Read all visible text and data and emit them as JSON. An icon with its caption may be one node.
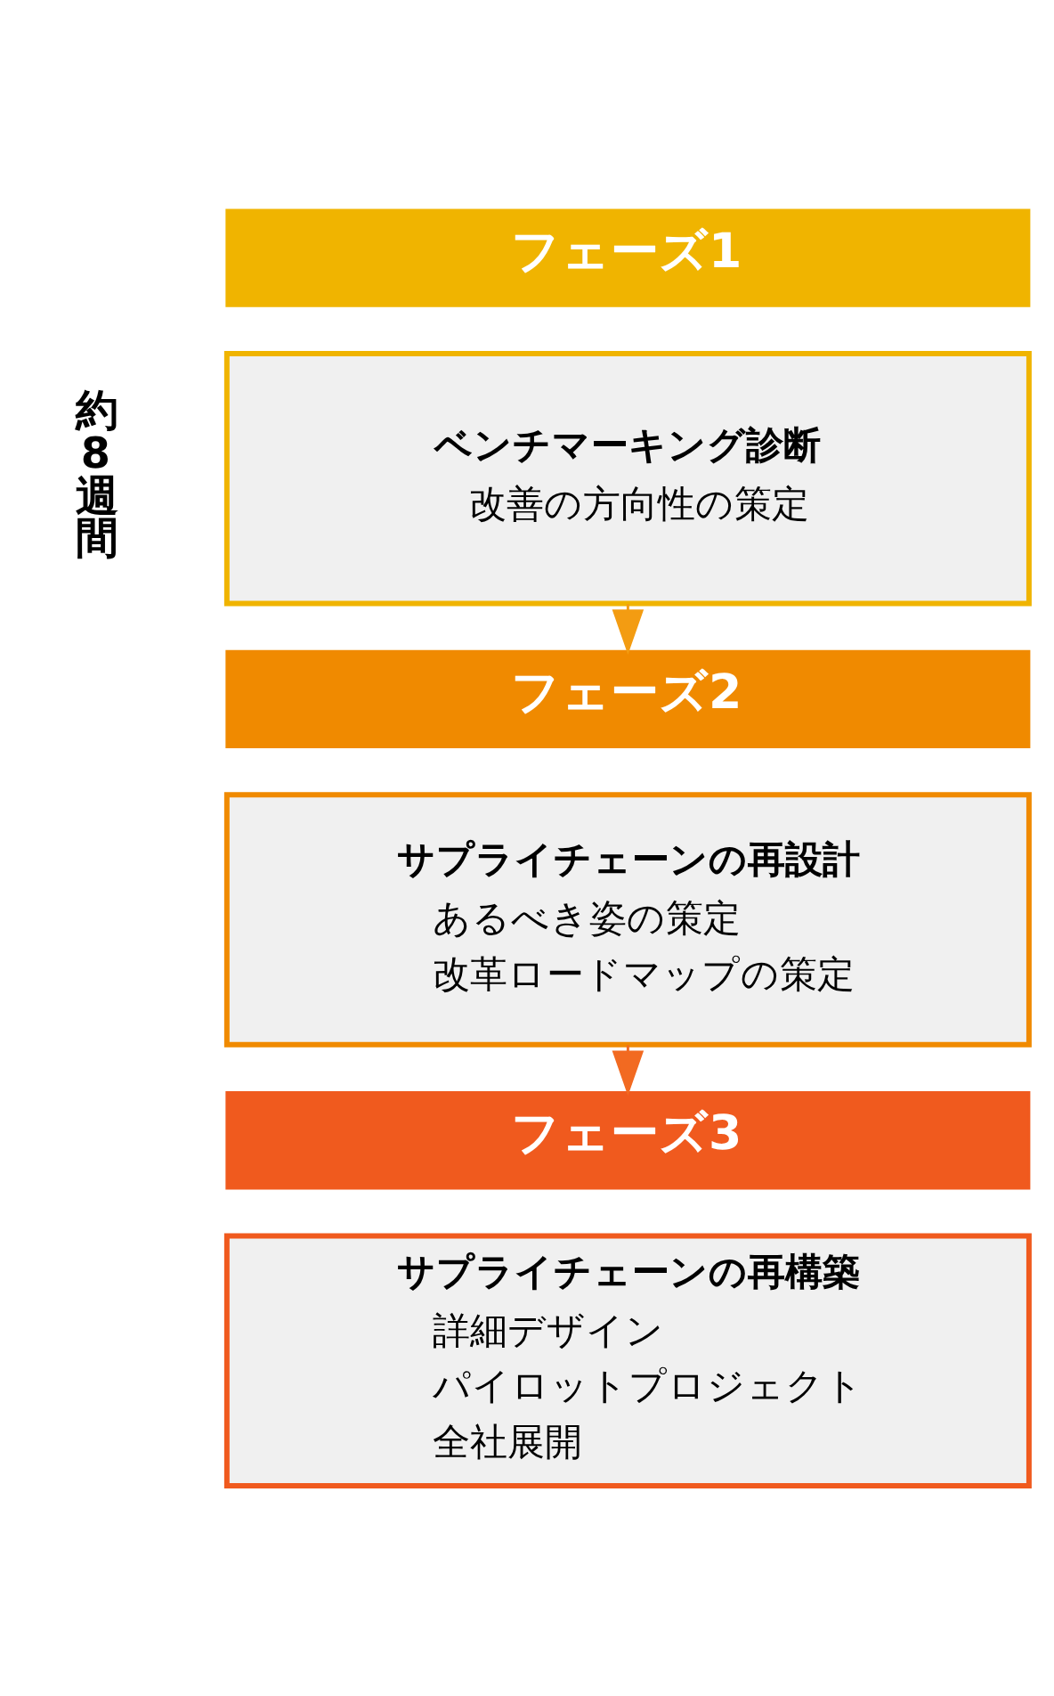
{
  "diagram": {
    "nodes": [
      {
        "text": [
          "フェーズ1"
        ]
      },
      {
        "text": [
          "ベンチマーキング診断",
          "改善の方向性の策定"
        ]
      },
      {
        "text": [
          "フェーズ2"
        ]
      },
      {
        "text": [
          "サプライチェーンの再設計",
          "あるべき姿の策定",
          "改革ロードマップの策定"
        ]
      },
      {
        "text": [
          "フェーズ3"
        ]
      },
      {
        "text": [
          "サプライチェーンの再構築",
          "詳細デザイン",
          "パイロットプロジェクト",
          "全社展開"
        ]
      }
    ],
    "edges": [
      {
        "from": 1,
        "to": 2,
        "arrow": "to",
        "color": "#f39c12"
      },
      {
        "from": 3,
        "to": 4,
        "arrow": "to",
        "color": "#f26a21"
      }
    ],
    "labels": [
      "約8週間"
    ]
  }
}
